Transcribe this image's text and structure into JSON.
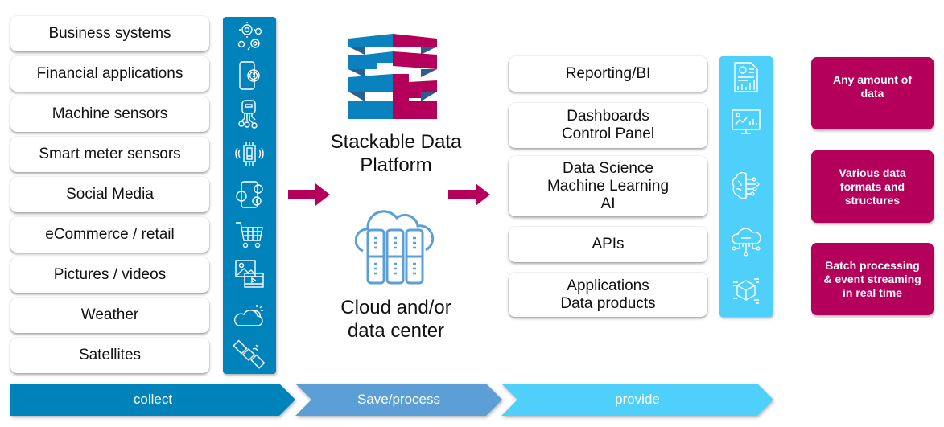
{
  "colors": {
    "collect_blue": "#0082bb",
    "process_blue": "#5b9fd6",
    "provide_cyan": "#4fd0fb",
    "accent_magenta": "#b5005b",
    "logo_dark_blue": "#2b5f8e"
  },
  "sources": {
    "items": [
      {
        "label": "Business systems",
        "icon": "gears-icon"
      },
      {
        "label": "Financial applications",
        "icon": "phone-euro-icon"
      },
      {
        "label": "Machine sensors",
        "icon": "machine-sensor-icon"
      },
      {
        "label": "Smart meter sensors",
        "icon": "smart-meter-icon"
      },
      {
        "label": "Social Media",
        "icon": "social-media-icon"
      },
      {
        "label": "eCommerce / retail",
        "icon": "shopping-cart-icon"
      },
      {
        "label": "Pictures / videos",
        "icon": "picture-video-icon"
      },
      {
        "label": "Weather",
        "icon": "weather-cloud-sun-icon"
      },
      {
        "label": "Satellites",
        "icon": "satellite-icon"
      }
    ]
  },
  "center": {
    "platform_label": "Stackable Data\nPlatform",
    "infra_label": "Cloud and/or\ndata center"
  },
  "outputs": {
    "items": [
      {
        "label": "Reporting/BI",
        "icon": "report-chart-icon"
      },
      {
        "label": "Dashboards\nControl Panel",
        "icon": "dashboard-monitor-icon"
      },
      {
        "label": "Data Science\nMachine Learning\nAI",
        "icon": "ai-brain-icon"
      },
      {
        "label": "APIs",
        "icon": "api-cloud-icon"
      },
      {
        "label": "Applications\nData products",
        "icon": "data-product-cube-icon"
      }
    ]
  },
  "features": [
    "Any amount of\ndata",
    "Various data\nformats and\nstructures",
    "Batch processing\n& event streaming\nin real time"
  ],
  "stages": [
    {
      "label": "collect"
    },
    {
      "label": "Save/process"
    },
    {
      "label": "provide"
    }
  ]
}
